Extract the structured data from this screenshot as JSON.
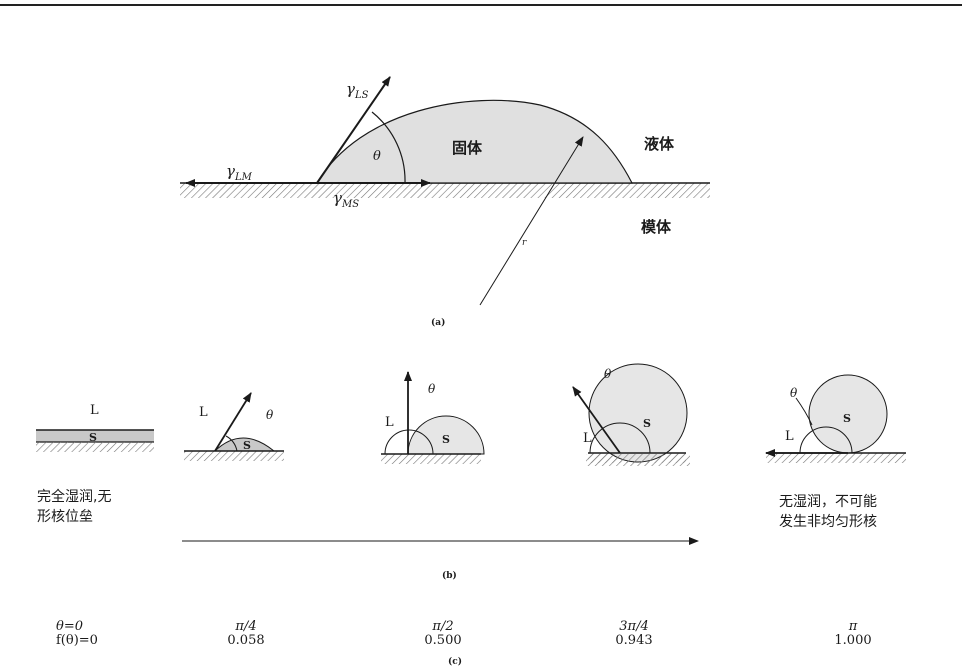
{
  "panel_a": {
    "gamma_ls": "γ",
    "gamma_ls_sub": "LS",
    "gamma_lm": "γ",
    "gamma_lm_sub": "LM",
    "gamma_ms": "γ",
    "gamma_ms_sub": "MS",
    "theta": "θ",
    "solid": "固体",
    "liquid": "液体",
    "substrate": "模体",
    "radius": "r",
    "caption": "(a)"
  },
  "panel_b": {
    "cases": [
      {
        "top": "L",
        "bottom": "S",
        "note_line1": "完全湿润,无",
        "note_line2": "形核位垒"
      },
      {
        "liquid": "L",
        "theta": "θ",
        "solid": "S"
      },
      {
        "liquid": "L",
        "theta": "θ",
        "solid": "S"
      },
      {
        "liquid": "L",
        "theta": "θ",
        "solid": "S"
      },
      {
        "liquid": "L",
        "theta": "θ",
        "solid": "S",
        "note_line1": "无湿润，不可能",
        "note_line2": "发生非均匀形核"
      }
    ],
    "caption": "(b)"
  },
  "panel_c": {
    "columns": [
      {
        "angle": "θ=0",
        "value": "f(θ)=0"
      },
      {
        "angle": "π/4",
        "value": "0.058"
      },
      {
        "angle": "π/2",
        "value": "0.500"
      },
      {
        "angle": "3π/4",
        "value": "0.943"
      },
      {
        "angle": "π",
        "value": "1.000"
      }
    ],
    "caption": "(c)"
  }
}
